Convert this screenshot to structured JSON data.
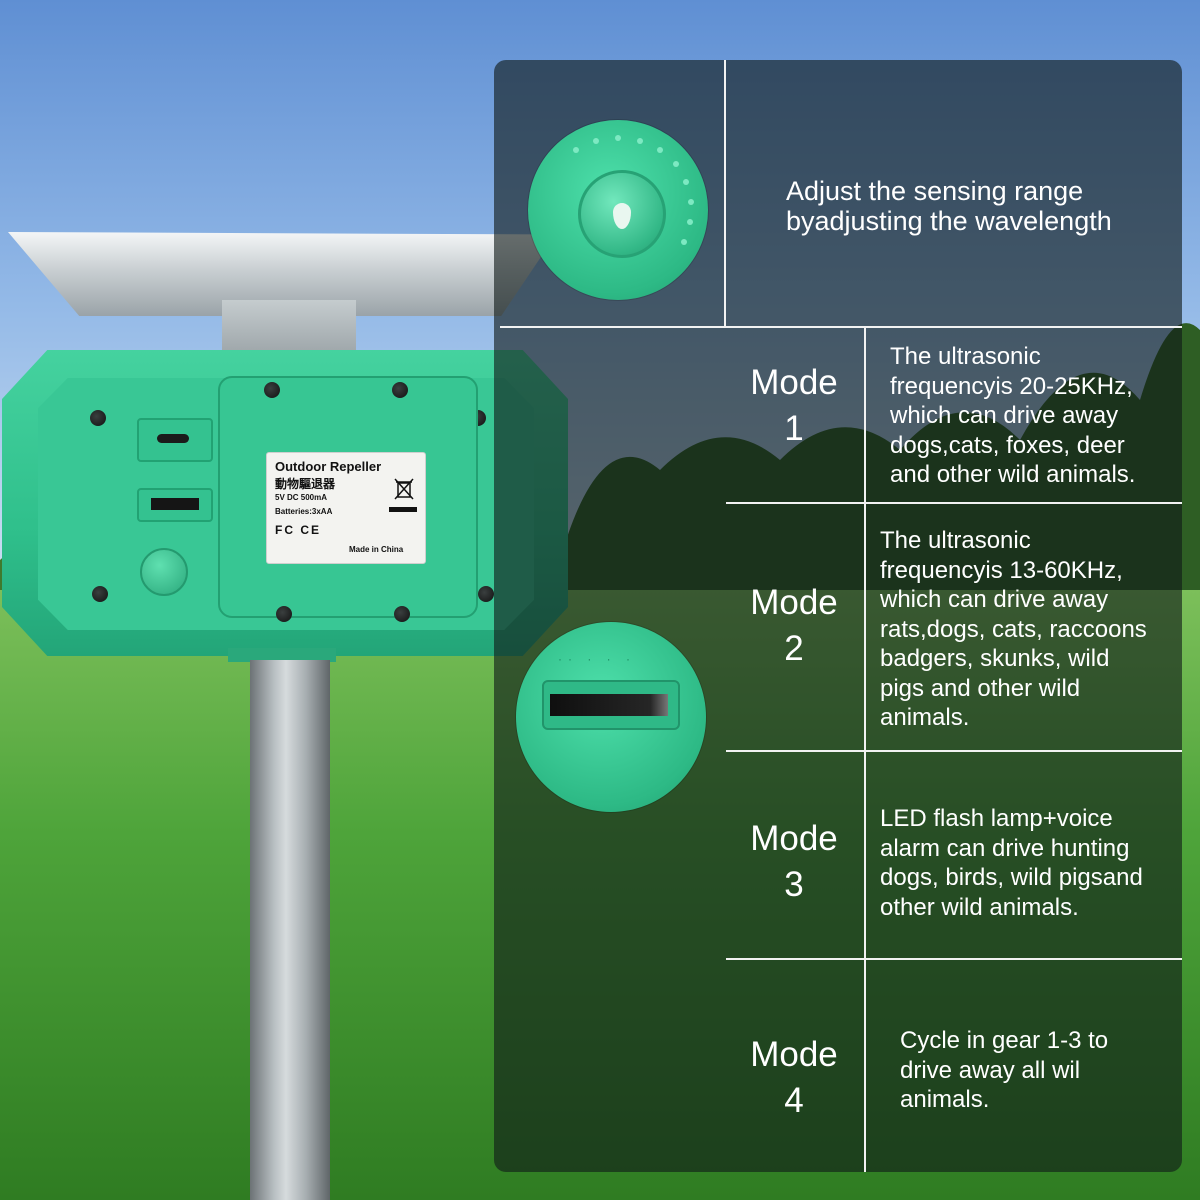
{
  "colors": {
    "device_green": "#2fbf8b",
    "panel_background": "#101a18",
    "text": "#ffffff"
  },
  "device": {
    "label": {
      "title": "Outdoor Repeller",
      "chinese_name": "動物驅退器",
      "spec": "5V  DC  500mA",
      "batteries": "Batteries:3xAA",
      "marks": "FC CE",
      "made_in": "Made in China"
    }
  },
  "panel": {
    "range": {
      "line1": "Adjust the sensing range",
      "line2": "byadjusting the wavelength"
    },
    "modes": [
      {
        "label_word": "Mode",
        "label_number": "1",
        "lines": [
          "The ultrasonic",
          "frequencyis 20-25KHz,",
          "which can drive away",
          "dogs,cats, foxes, deer",
          "and other wild animals."
        ]
      },
      {
        "label_word": "Mode",
        "label_number": "2",
        "lines": [
          "The ultrasonic",
          "frequencyis 13-60KHz,",
          "which can drive away",
          "rats,dogs, cats, raccoons",
          "badgers, skunks, wild",
          "pigs and other wild",
          "animals."
        ]
      },
      {
        "label_word": "Mode",
        "label_number": "3",
        "lines": [
          "LED flash lamp+voice",
          "alarm can drive hunting",
          "dogs, birds, wild pigsand",
          "other wild animals."
        ]
      },
      {
        "label_word": "Mode",
        "label_number": "4",
        "lines": [
          "Cycle in gear 1-3 to",
          "drive away all wil",
          "animals."
        ]
      }
    ]
  }
}
